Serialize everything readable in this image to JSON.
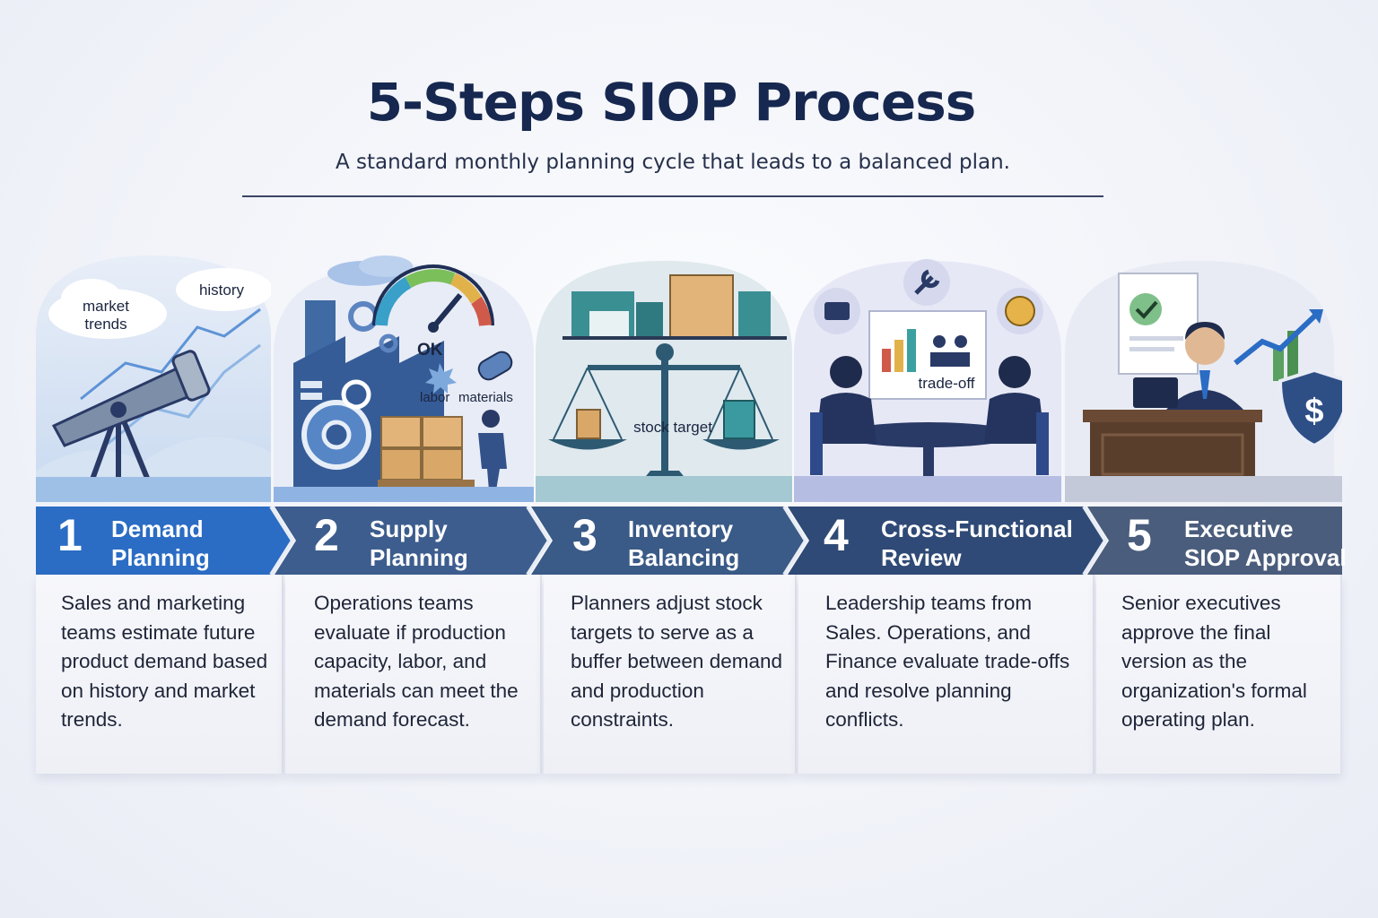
{
  "header": {
    "title": "5-Steps SIOP Process",
    "subtitle": "A standard monthly planning cycle that leads to a balanced plan."
  },
  "steps": [
    {
      "number": "1",
      "title_line1": "Demand",
      "title_line2": "Planning",
      "description": "Sales and marketing teams estimate future product demand based on history and market trends.",
      "illustration_labels": {
        "cloud1_line1": "market",
        "cloud1_line2": "trends",
        "cloud2": "history"
      },
      "icon": "telescope-icon",
      "color": "#2b6cc4"
    },
    {
      "number": "2",
      "title_line1": "Supply",
      "title_line2": "Planning",
      "description": "Operations teams evaluate if production capacity, labor, and materials can meet the demand forecast.",
      "illustration_labels": {
        "gauge": "OK",
        "labor": "labor",
        "materials": "materials"
      },
      "icon": "factory-icon",
      "color": "#3d5d8e"
    },
    {
      "number": "3",
      "title_line1": "Inventory",
      "title_line2": "Balancing",
      "description": "Planners adjust stock targets to serve as a buffer between demand and production constraints.",
      "illustration_labels": {
        "scale": "stock target"
      },
      "icon": "balance-scale-icon",
      "color": "#3a5a87"
    },
    {
      "number": "4",
      "title_line1": "Cross-Functional",
      "title_line2": "Review",
      "description": "Leadership teams from Sales. Operations, and Finance evaluate trade-offs and resolve planning conflicts.",
      "illustration_labels": {
        "screen": "trade-off"
      },
      "icon": "meeting-table-icon",
      "color": "#2f4a76"
    },
    {
      "number": "5",
      "title_line1": "Executive",
      "title_line2": "SIOP Approval",
      "description": "Senior executives approve the final version as the organization's formal operating plan.",
      "icon": "executive-icon",
      "color": "#4b5d7c"
    }
  ]
}
